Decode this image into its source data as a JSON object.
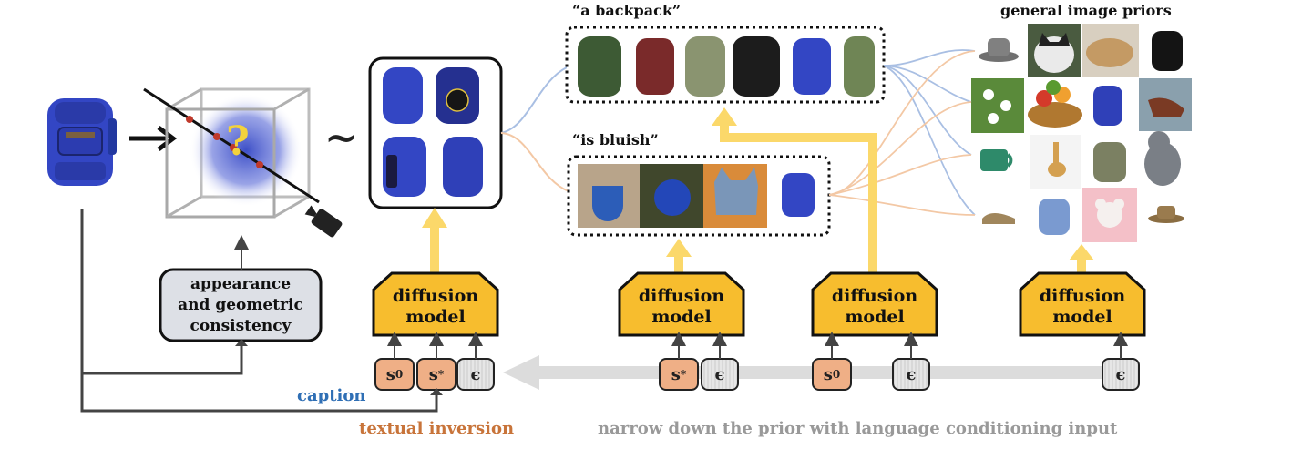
{
  "labels": {
    "backpack_prompt": "“a backpack”",
    "bluish_prompt": "“is bluish”",
    "general_priors": "general image priors",
    "consistency_line1": "appearance",
    "consistency_line2": "and geometric",
    "consistency_line3": "consistency",
    "caption": "caption",
    "textual_inversion": "textual inversion",
    "narrow_down": "narrow down the prior with language conditioning input",
    "tilde": "~",
    "question_mark": "?"
  },
  "diffusion_models": [
    {
      "line1": "diffusion",
      "line2": "model"
    },
    {
      "line1": "diffusion",
      "line2": "model"
    },
    {
      "line1": "diffusion",
      "line2": "model"
    },
    {
      "line1": "diffusion",
      "line2": "model"
    }
  ],
  "tokens": {
    "s0": "s",
    "s0_sub": "0",
    "sstar": "s",
    "sstar_sub": "*",
    "epsilon": "ϵ"
  },
  "colors": {
    "diffusion_fill": "#f7bd2e",
    "token_orange": "#efaf86",
    "token_gray": "#e3e3e3",
    "consistency_fill": "#dde0e6",
    "yellow_arrow": "#fbd86a",
    "blue_link": "#a9bfe3",
    "orange_link": "#f3c8a5",
    "caption_blue": "#2f6fb5",
    "inversion_orange": "#c8743a",
    "backpack_blue": "#3346c4"
  },
  "icons": [
    "backpack-icon",
    "camera-icon",
    "hat-icon",
    "cat-icon",
    "bread-icon",
    "flowers-icon",
    "fruit-basket-icon",
    "shoe-icon",
    "cup-icon",
    "giraffe-icon",
    "teddy-bear-icon",
    "apple-icon"
  ]
}
